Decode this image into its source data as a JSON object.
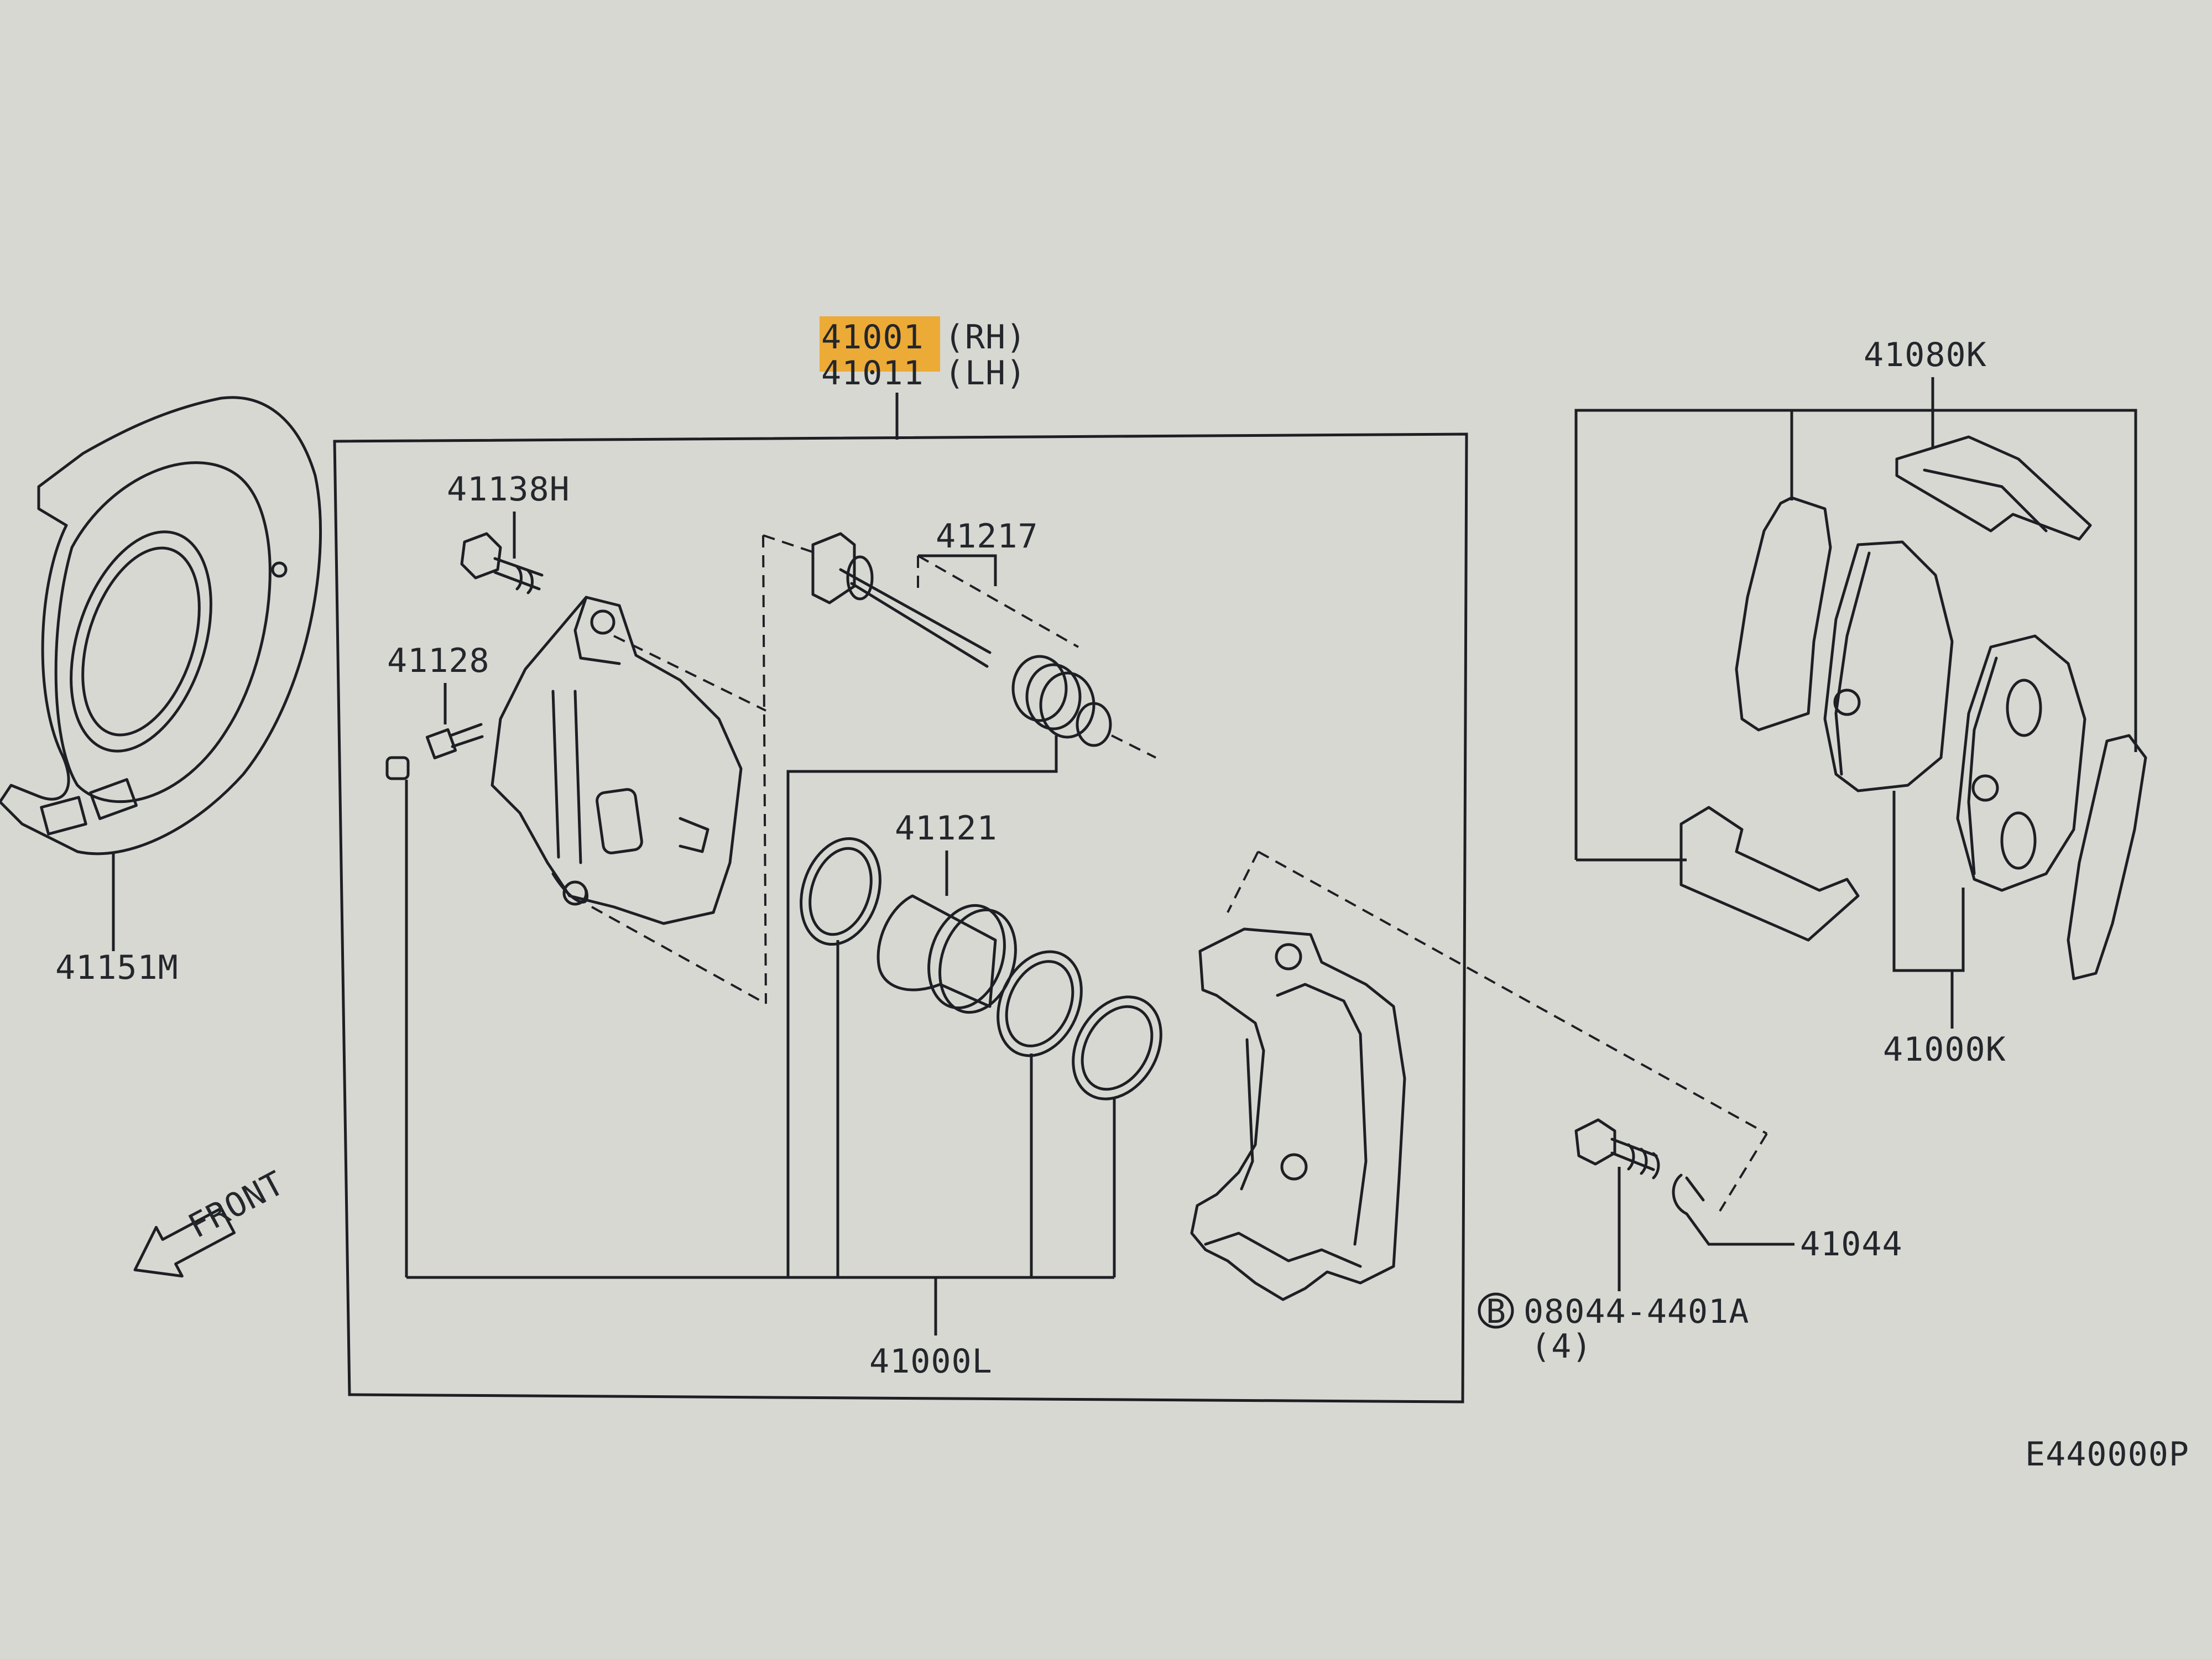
{
  "colors": {
    "background": "#d7d8d2",
    "line": "#1d1f24",
    "highlight": "#f0a21c"
  },
  "labels": {
    "caliper_rh": "41001 (RH)",
    "caliper_lh": "41011 (LH)",
    "pad_kit_upper": "41080K",
    "pad_kit_lower": "41000K",
    "guide_pin_bolt": "41138H",
    "bleeder": "41128",
    "pin_boot": "41217",
    "piston_seal": "41121",
    "dust_shield": "41151M",
    "seal_kit": "41000L",
    "washer": "41044",
    "bolt_code": "08044-4401A",
    "bolt_marker": "B",
    "bolt_qty": "(4)",
    "front": "FRONT",
    "diagram_code": "E440000P"
  },
  "highlighted_part": "41001"
}
